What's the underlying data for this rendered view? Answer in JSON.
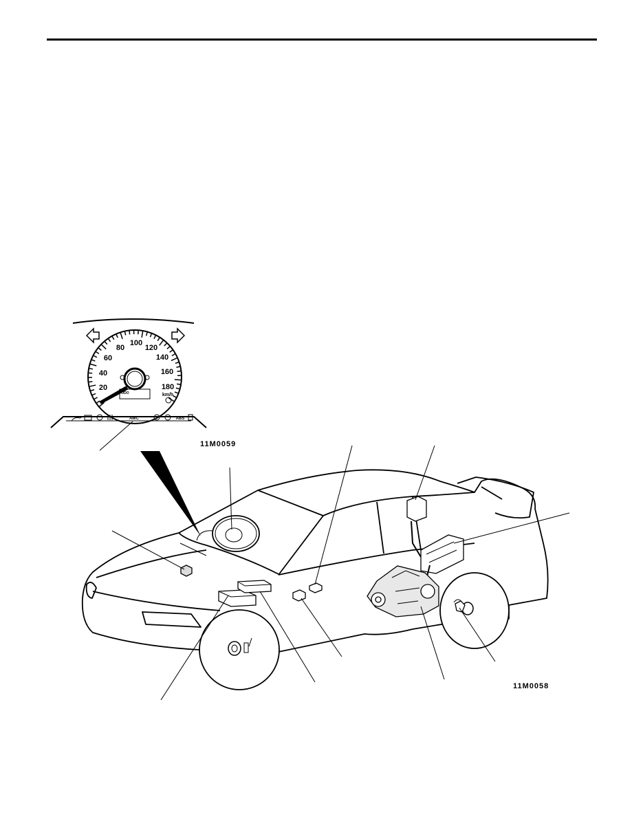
{
  "figure_codes": {
    "cluster": "11M0059",
    "vehicle": "11M0058"
  },
  "speedometer": {
    "scale": [
      "20",
      "40",
      "60",
      "80",
      "100",
      "120",
      "140",
      "160",
      "180"
    ],
    "unit": "km/h",
    "odometer_label": "ODO",
    "warning_lamps": {
      "awc": "AWC",
      "abs": "ABS"
    }
  }
}
